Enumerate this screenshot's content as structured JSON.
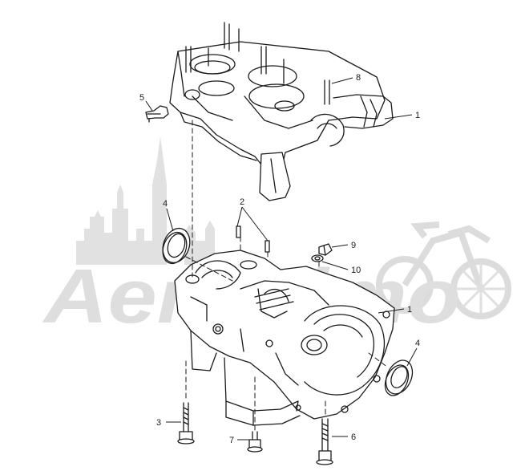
{
  "diagram": {
    "watermark": {
      "text": "AeroSimo"
    },
    "callouts": [
      {
        "id": "c1a",
        "label": "1"
      },
      {
        "id": "c1b",
        "label": "1"
      },
      {
        "id": "c2",
        "label": "2"
      },
      {
        "id": "c3",
        "label": "3"
      },
      {
        "id": "c4a",
        "label": "4"
      },
      {
        "id": "c4b",
        "label": "4"
      },
      {
        "id": "c5",
        "label": "5"
      },
      {
        "id": "c6",
        "label": "6"
      },
      {
        "id": "c7",
        "label": "7"
      },
      {
        "id": "c8",
        "label": "8"
      },
      {
        "id": "c9",
        "label": "9"
      },
      {
        "id": "c10",
        "label": "10"
      }
    ],
    "colors": {
      "line": "#1a1a1a",
      "watermark": "#d9d9d9",
      "background": "#ffffff"
    }
  }
}
